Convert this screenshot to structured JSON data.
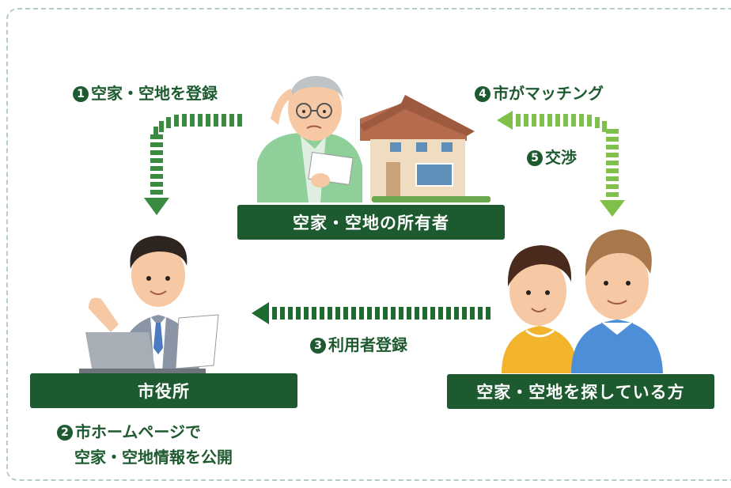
{
  "colors": {
    "dark_green": "#1e5a2f",
    "arrow_green_dark": "#3a8a3f",
    "arrow_green_light": "#7dc04a",
    "dashed_border": "#b4cfc0"
  },
  "labels": {
    "owner": "空家・空地の所有者",
    "city_hall": "市役所",
    "seekers": "空家・空地を探している方"
  },
  "steps": {
    "s1": {
      "num": "1",
      "text": "空家・空地を登録"
    },
    "s2": {
      "num": "2",
      "line1": "市ホームページで",
      "line2": "空家・空地情報を公開"
    },
    "s3": {
      "num": "3",
      "text": "利用者登録"
    },
    "s4": {
      "num": "4",
      "text": "市がマッチング"
    },
    "s5": {
      "num": "5",
      "text": "交渉"
    }
  },
  "icons": [
    "elderly-owner-illustration",
    "house-illustration",
    "city-clerk-illustration",
    "laptop-illustration",
    "couple-illustration"
  ]
}
